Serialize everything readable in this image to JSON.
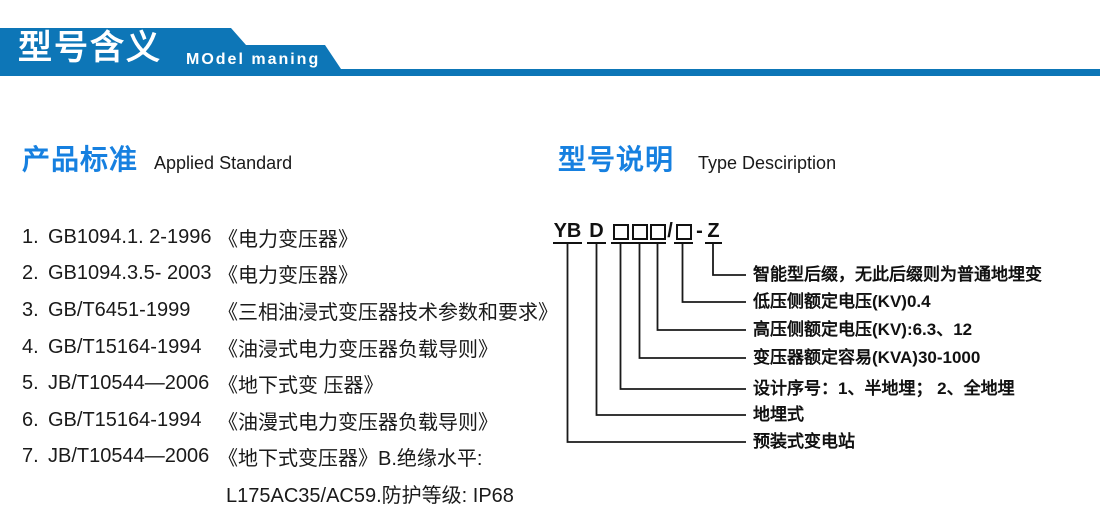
{
  "colors": {
    "banner_blue": "#0d76b7",
    "heading_blue": "#1680e0"
  },
  "banner": {
    "title": "型号含义",
    "subtitle": "MOdel maning"
  },
  "left_section": {
    "heading_zh": "产品标准",
    "heading_en": "Applied Standard",
    "items": [
      {
        "num": "1.",
        "code": "GB1094.1. 2-1996",
        "title": "《电力变压器》"
      },
      {
        "num": "2.",
        "code": "GB1094.3.5- 2003",
        "title": "《电力变压器》"
      },
      {
        "num": "3.",
        "code": "GB/T6451-1999",
        "title": "《三相油浸式变压器技术参数和要求》"
      },
      {
        "num": "4.",
        "code": "GB/T15164-1994",
        "title": "《油浸式电力变压器负载导则》"
      },
      {
        "num": "5.",
        "code": "JB/T10544—2006",
        "title": "《地下式变 压器》"
      },
      {
        "num": "6.",
        "code": "GB/T15164-1994",
        "title": "《油漫式电力变压器负载导则》"
      },
      {
        "num": "7.",
        "code": "JB/T10544—2006",
        "title": "《地下式变压器》B.绝缘水平:"
      }
    ],
    "continuation": "L175AC35/AC59.防护等级: IP68"
  },
  "right_section": {
    "heading_zh": "型号说明",
    "heading_en": "Type Desciription",
    "model_code": {
      "yb": "YB",
      "d": "D",
      "slash": "/",
      "dash": "-",
      "z": "Z"
    },
    "labels": [
      {
        "text": "智能型后缀，无此后缀则为普通地埋变"
      },
      {
        "text": "低压侧额定电压(KV)0.4"
      },
      {
        "text": "高压侧额定电压(KV):6.3、12"
      },
      {
        "text": "变压器额定容易(KVA)30-1000"
      },
      {
        "text": "设计序号：1、半地埋； 2、全地埋"
      },
      {
        "text": "地埋式"
      },
      {
        "text": "预装式变电站"
      }
    ]
  }
}
